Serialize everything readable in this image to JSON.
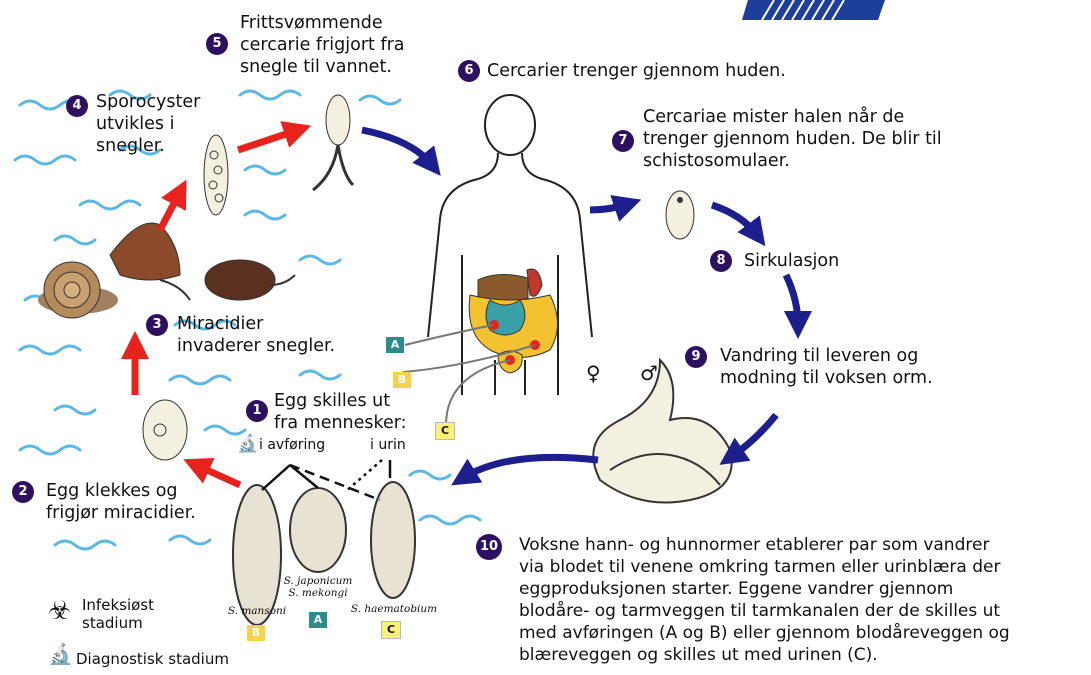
{
  "steps": [
    {
      "num": "1",
      "text": "Egg skilles ut\nfra mennesker:"
    },
    {
      "num": "2",
      "text": "Egg klekkes og\nfrigjør miracidier."
    },
    {
      "num": "3",
      "text": "Miracidier\ninvaderer snegler."
    },
    {
      "num": "4",
      "text": "Sporocyster\nutvikles i\nsnegler."
    },
    {
      "num": "5",
      "text": "Frittsvømmende\ncercarie frigjort fra\nsnegle til vannet."
    },
    {
      "num": "6",
      "text": "Cercarier trenger gjennom huden."
    },
    {
      "num": "7",
      "text": "Cercariae mister halen når de\ntrenger gjennom huden. De blir til\nschistosomulaer."
    },
    {
      "num": "8",
      "text": "Sirkulasjon"
    },
    {
      "num": "9",
      "text": "Vandring til leveren og\nmodning til voksen orm."
    },
    {
      "num": "10",
      "text": "Voksne hann- og hunnormer etablerer par som vandrer\nvia blodet til venene omkring tarmen eller urinblæra der\neggproduksjonen starter. Eggene vandrer gjennom\nblodåre- og tarmveggen til tarmkanalen der de skilles ut\nmed avføringen (A og B) eller gjennom blodåreveggen og\nblæreveggen og skilles ut med urinen (C)."
    }
  ],
  "excretion": {
    "feces": "i avføring",
    "urine": "i urin"
  },
  "species": {
    "mansoni": "S. mansoni",
    "japonicum": "S. japonicum\nS. mekongi",
    "haematobium": "S. haematobium"
  },
  "badges": {
    "a": "A",
    "b": "B",
    "c": "C"
  },
  "legend": {
    "infective": "Infeksiøst\nstadium",
    "diagnostic": "Diagnostisk stadium"
  },
  "symbols": {
    "female": "♀",
    "male": "♂"
  },
  "icons": [
    "biohazard-icon",
    "microscope-icon"
  ],
  "colors": {
    "step_circle": "#2d1060",
    "arrow_red": "#e8231e",
    "arrow_blue": "#1d1f8c",
    "water": "#5bb8e6"
  }
}
